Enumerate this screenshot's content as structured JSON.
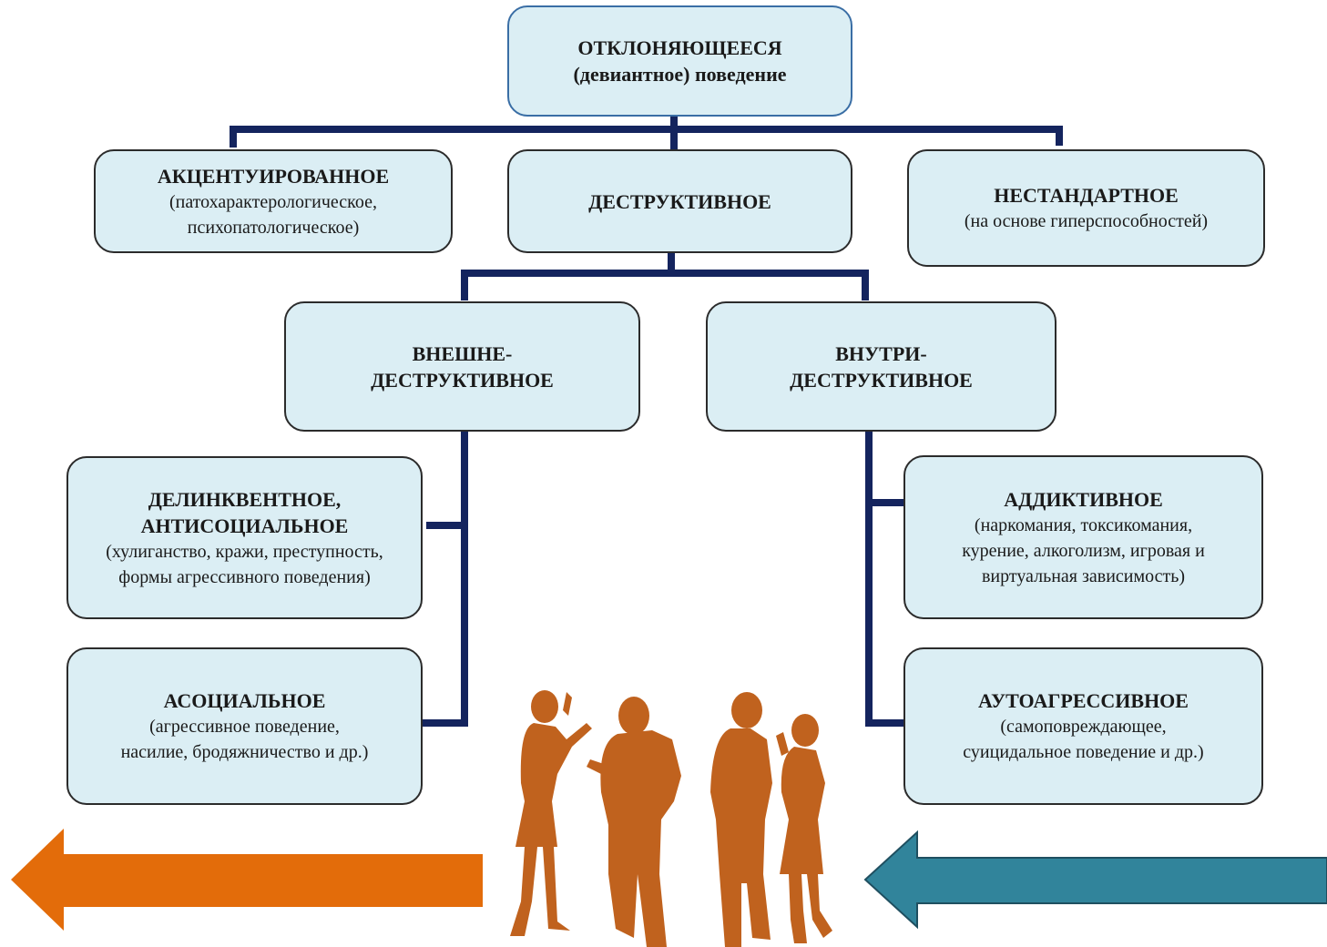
{
  "root": {
    "title": "ОТКЛОНЯЮЩЕЕСЯ",
    "subtitle": "(девиантное) поведение"
  },
  "level1": {
    "accentuated": {
      "title": "АКЦЕНТУИРОВАННОЕ",
      "desc1": "(патохарактерологическое,",
      "desc2": "психопатологическое)"
    },
    "destructive": {
      "title": "ДЕСТРУКТИВНОЕ"
    },
    "nonstandard": {
      "title": "НЕСТАНДАРТНОЕ",
      "desc1": "(на основе гиперспособностей)"
    }
  },
  "level2": {
    "external": {
      "line1": "ВНЕШНЕ-",
      "line2": "ДЕСТРУКТИВНОЕ"
    },
    "internal": {
      "line1": "ВНУТРИ-",
      "line2": "ДЕСТРУКТИВНОЕ"
    }
  },
  "level3": {
    "delinquent": {
      "line1": "ДЕЛИНКВЕНТНОЕ,",
      "line2": "АНТИСОЦИАЛЬНОЕ",
      "desc1": "(хулиганство, кражи, преступность,",
      "desc2": "формы агрессивного поведения)"
    },
    "asocial": {
      "title": "АСОЦИАЛЬНОЕ",
      "desc1": "(агрессивное поведение,",
      "desc2": "насилие, бродяжничество и др.)"
    },
    "addictive": {
      "title": "АДДИКТИВНОЕ",
      "desc1": "(наркомания, токсикомания,",
      "desc2": "курение, алкоголизм, игровая и",
      "desc3": "виртуальная зависимость)"
    },
    "autoaggressive": {
      "title": "АУТОАГРЕССИВНОЕ",
      "desc1": "(самоповреждающее,",
      "desc2": "суицидальное поведение и др.)"
    }
  },
  "colors": {
    "connector": "#14245e",
    "box_fill": "#dbeef4",
    "arrow_left": "#e36c0a",
    "arrow_right": "#31849b",
    "people": "#c0621e"
  },
  "icons": [
    "left-arrow-icon",
    "right-arrow-icon",
    "people-silhouette-icon"
  ]
}
